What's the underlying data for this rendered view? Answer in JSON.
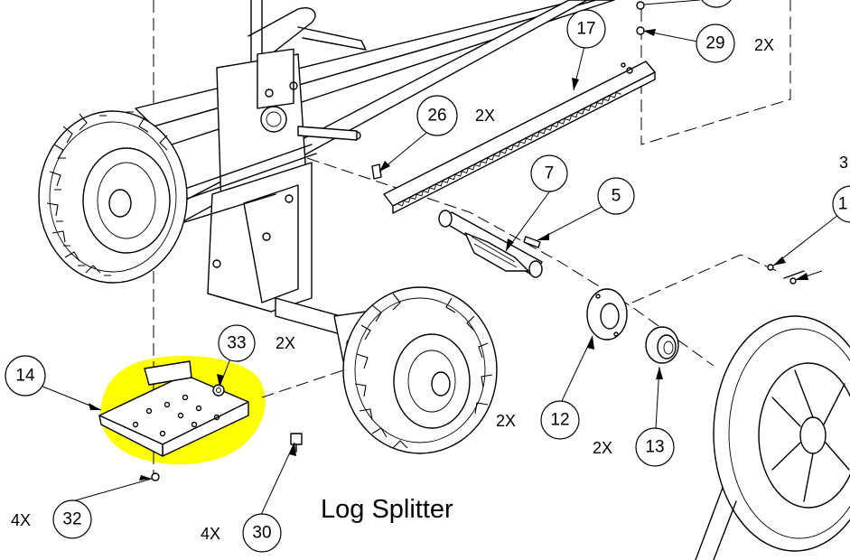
{
  "title": "Log Splitter",
  "highlight_color": "#ffff00",
  "callouts": [
    {
      "id": "callout-1",
      "label": "1"
    },
    {
      "id": "callout-3",
      "label": "3"
    },
    {
      "id": "callout-5",
      "label": "5"
    },
    {
      "id": "callout-7",
      "label": "7"
    },
    {
      "id": "callout-12",
      "label": "12"
    },
    {
      "id": "callout-13",
      "label": "13"
    },
    {
      "id": "callout-14",
      "label": "14"
    },
    {
      "id": "callout-17",
      "label": "17"
    },
    {
      "id": "callout-26",
      "label": "26"
    },
    {
      "id": "callout-29",
      "label": "29"
    },
    {
      "id": "callout-30",
      "label": "30"
    },
    {
      "id": "callout-32",
      "label": "32"
    },
    {
      "id": "callout-33",
      "label": "33"
    }
  ],
  "quantities": {
    "q29": "2X",
    "q26": "2X",
    "q33": "2X",
    "q12": "2X",
    "q13": "2X",
    "q32": "4X",
    "q30": "4X"
  }
}
